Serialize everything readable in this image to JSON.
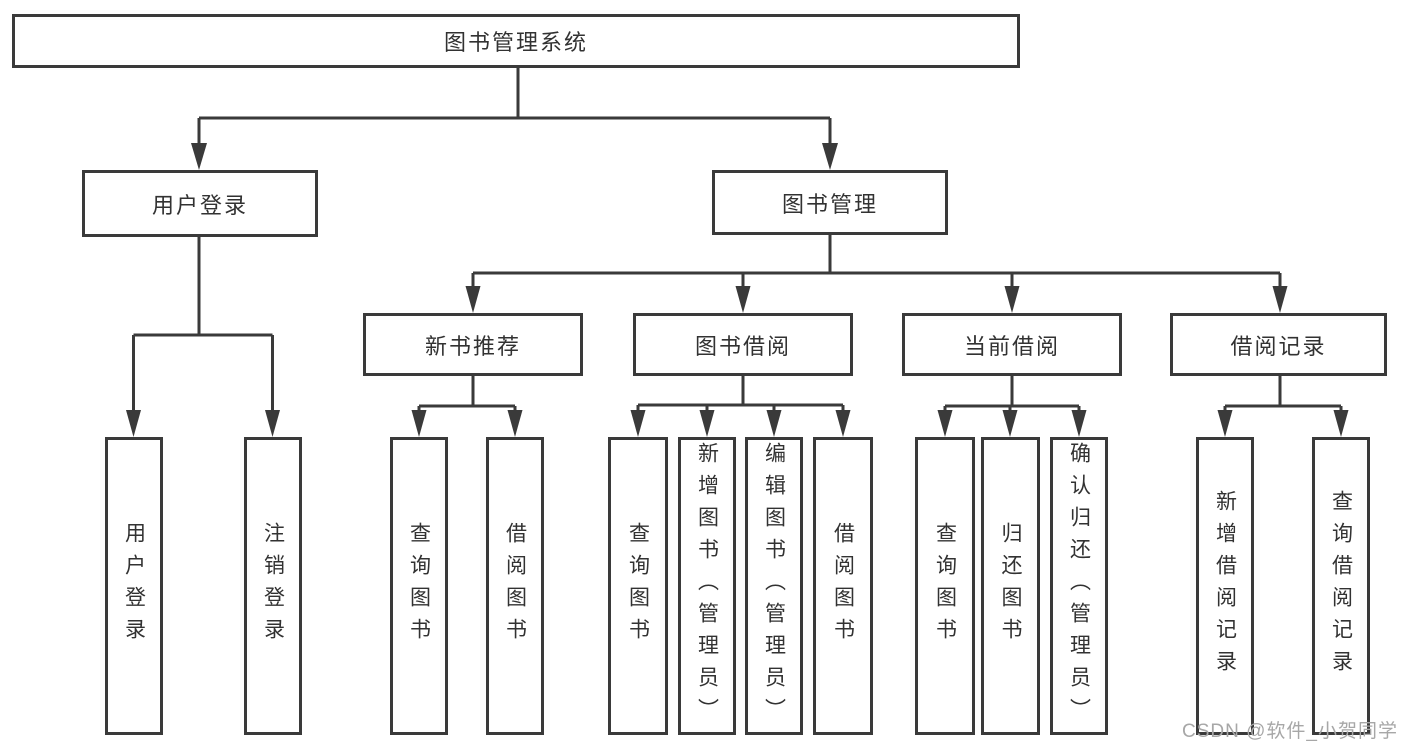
{
  "diagram": {
    "title": "图书管理系统",
    "nodes": {
      "root": "图书管理系统",
      "user_login": "用户登录",
      "book_management": "图书管理",
      "new_book_recommend": "新书推荐",
      "book_borrow": "图书借阅",
      "current_borrow": "当前借阅",
      "borrow_records": "借阅记录",
      "leaf_user_login": "用户登录",
      "leaf_logout": "注销登录",
      "leaf_nbr_query_books": "查询图书",
      "leaf_nbr_borrow_books": "借阅图书",
      "leaf_bb_query_books": "查询图书",
      "leaf_bb_add_books_admin": "新增图书（管理员）",
      "leaf_bb_edit_books_admin": "编辑图书（管理员）",
      "leaf_bb_borrow_books": "借阅图书",
      "leaf_cb_query_books": "查询图书",
      "leaf_cb_return_books": "归还图书",
      "leaf_cb_confirm_return_admin": "确认归还（管理员）",
      "leaf_br_add_record": "新增借阅记录",
      "leaf_br_query_record": "查询借阅记录"
    }
  },
  "watermark": "CSDN @软件_小贺同学",
  "colors": {
    "line": "#3a3a3a",
    "border": "#3a3a3a",
    "text": "#323232",
    "background": "#ffffff",
    "watermark": "#a7a7a7"
  }
}
